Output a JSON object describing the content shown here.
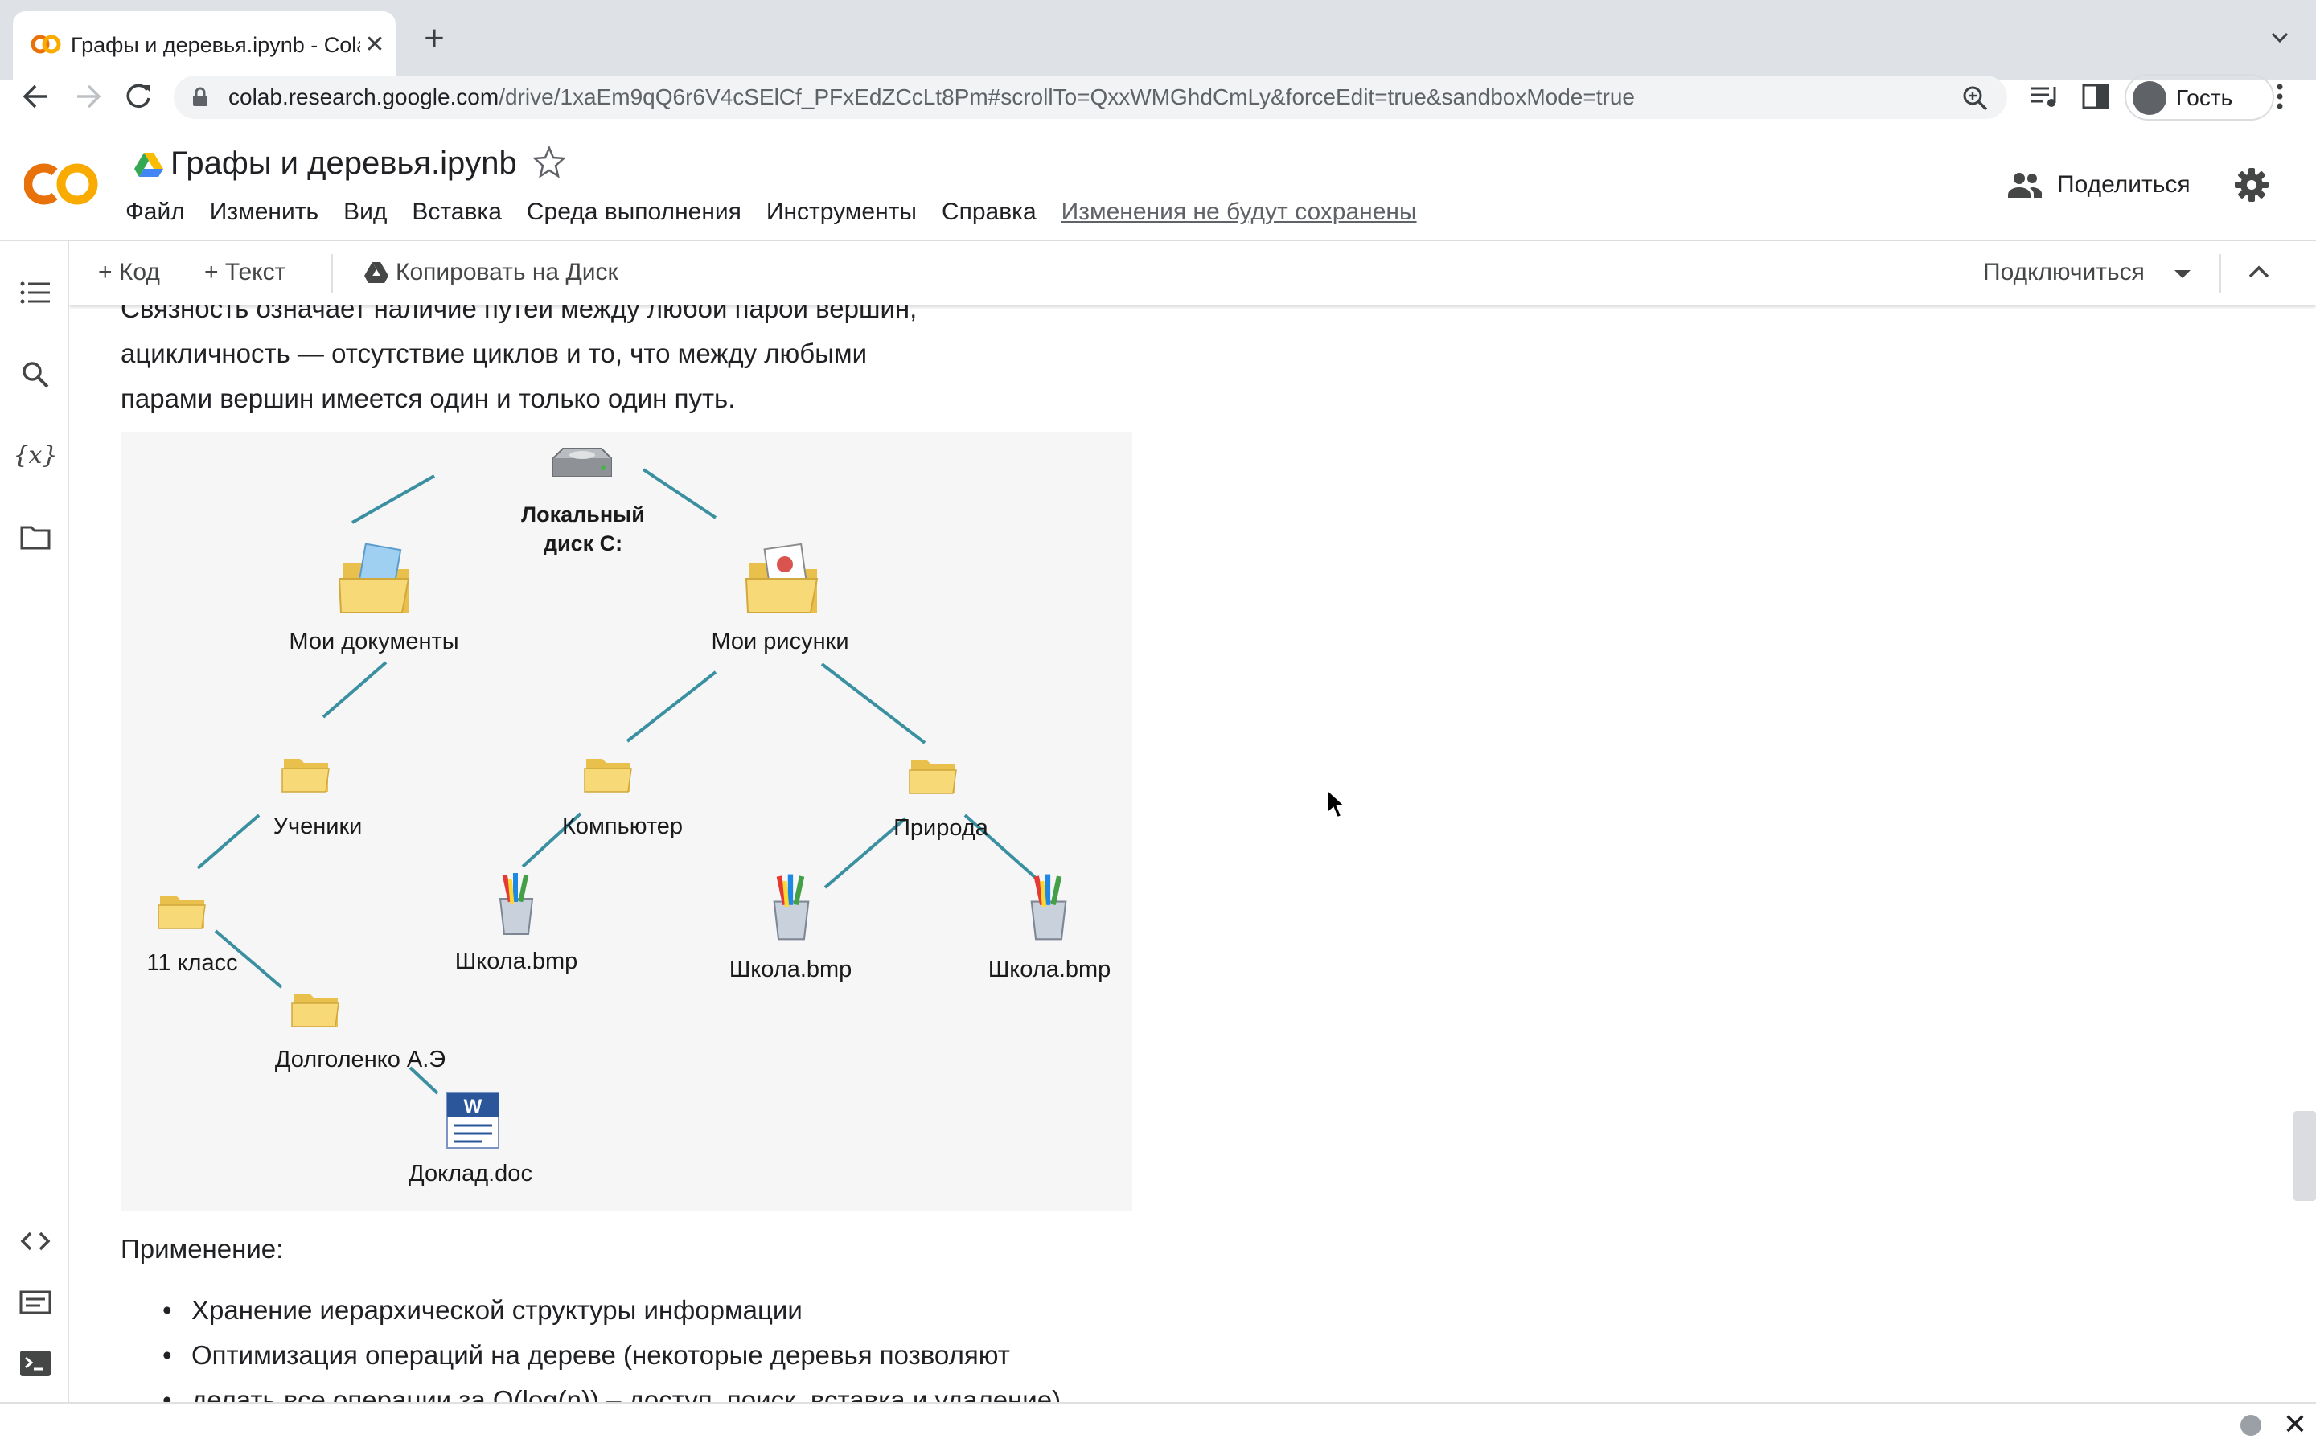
{
  "browser": {
    "tab_title": "Графы и деревья.ipynb - Cola",
    "url_host": "colab.research.google.com",
    "url_path": "/drive/1xaEm9qQ6r6V4cSElCf_PFxEdZCcLt8Pm#scrollTo=QxxWMGhdCmLy&forceEdit=true&sandboxMode=true",
    "profile_label": "Гость"
  },
  "colab": {
    "logo_text": "CO",
    "notebook_title": "Графы и деревья.ipynb",
    "menu": [
      "Файл",
      "Изменить",
      "Вид",
      "Вставка",
      "Среда выполнения",
      "Инструменты",
      "Справка"
    ],
    "unsaved_notice": "Изменения не будут сохранены",
    "share_label": "Поделиться",
    "toolbar": {
      "add_code": "+ Код",
      "add_text": "+ Текст",
      "copy_to_drive": "Копировать на Диск",
      "connect": "Подключиться"
    }
  },
  "cell": {
    "para_lines": [
      "Связность означает наличие путей между любой парой вершин,",
      "ацикличность — отсутствие циклов и то, что между любыми",
      "парами вершин имеется один и только один путь."
    ],
    "tree": {
      "root": [
        "Локальный",
        "диск С:"
      ],
      "my_docs": "Мои документы",
      "my_pics": "Мои рисунки",
      "students": "Ученики",
      "computer": "Компьютер",
      "nature": "Природа",
      "class11": "11 класс",
      "school1": "Школа.bmp",
      "school2": "Школа.bmp",
      "school3": "Школа.bmp",
      "dolgolenko": "Долголенко А.Э",
      "report": "Доклад.doc"
    },
    "application_heading": "Применение:",
    "bullets": [
      "Хранение иерархической структуры информации",
      "Оптимизация операций на дереве (некоторые деревья позволяют",
      "делать все операции за O(log(n)) – доступ, поиск, вставка и удаление)"
    ]
  },
  "colors": {
    "tree_edge": "#3a8fa0",
    "folder": "#f3d36a",
    "colab_orange": "#f9ab00",
    "colab_orange_dark": "#e8710a"
  }
}
